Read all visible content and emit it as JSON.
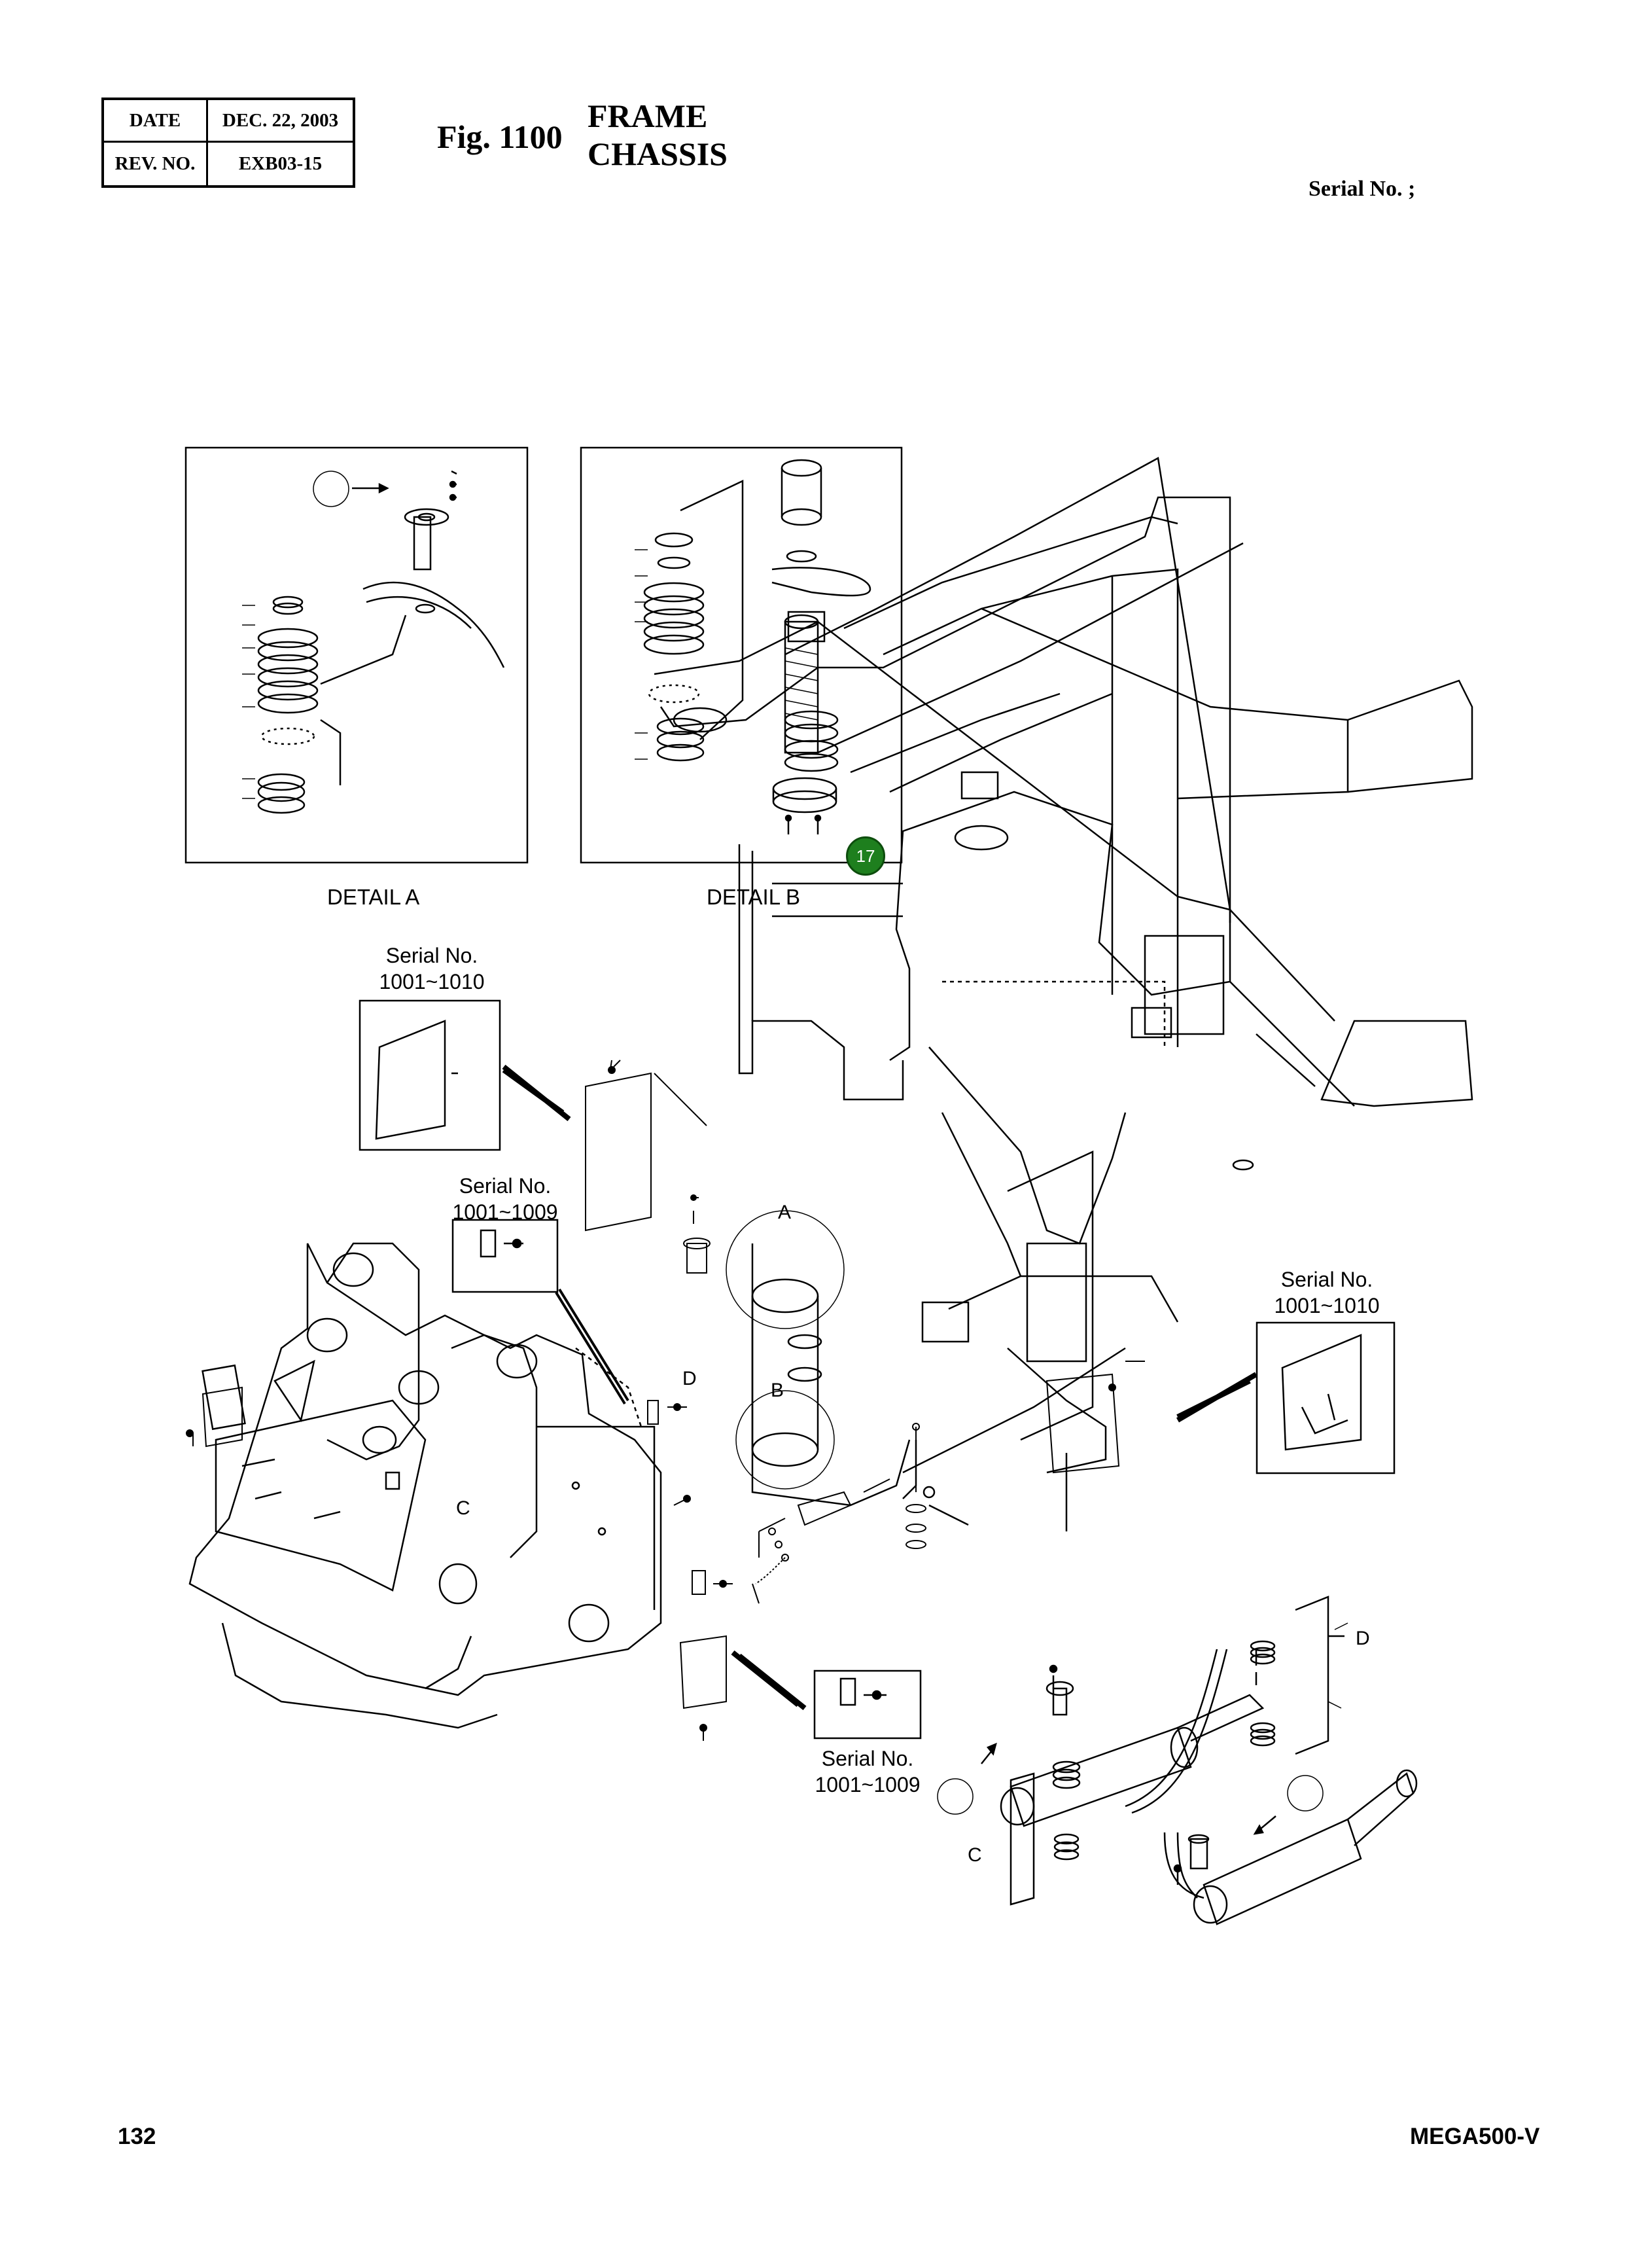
{
  "header": {
    "date_label": "DATE",
    "date_value": "DEC. 22, 2003",
    "rev_label": "REV. NO.",
    "rev_value": "EXB03-15",
    "fig_number": "Fig. 1100",
    "title_line1": "FRAME",
    "title_line2": "CHASSIS",
    "serial_label": "Serial No. ;"
  },
  "details": {
    "detail_a_label": "DETAIL A",
    "detail_b_label": "DETAIL B",
    "callout_17": "17"
  },
  "insets": {
    "serial_1": {
      "line1": "Serial No.",
      "line2": "1001~1010"
    },
    "serial_2": {
      "line1": "Serial No.",
      "line2": "1001~1009"
    },
    "serial_3": {
      "line1": "Serial No.",
      "line2": "1001~1010"
    },
    "serial_4": {
      "line1": "Serial No.",
      "line2": "1001~1009"
    }
  },
  "markers": {
    "a": "A",
    "b": "B",
    "c_main": "C",
    "d_main": "D",
    "c_cyl": "C",
    "d_cyl": "D"
  },
  "footer": {
    "page_number": "132",
    "model": "MEGA500-V"
  }
}
